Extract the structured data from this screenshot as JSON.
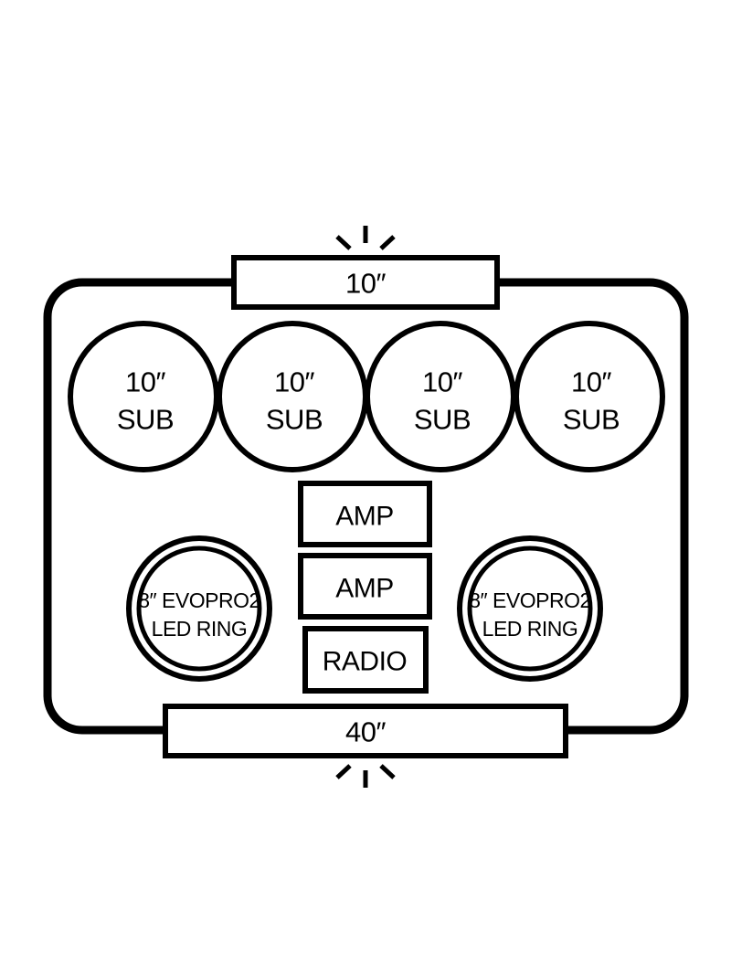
{
  "colors": {
    "stroke": "#000000",
    "fill": "#ffffff"
  },
  "top_bar": {
    "label": "10″"
  },
  "bottom_bar": {
    "label": "40″"
  },
  "subs": [
    {
      "line1": "10″",
      "line2": "SUB"
    },
    {
      "line1": "10″",
      "line2": "SUB"
    },
    {
      "line1": "10″",
      "line2": "SUB"
    },
    {
      "line1": "10″",
      "line2": "SUB"
    }
  ],
  "amps": [
    {
      "label": "AMP"
    },
    {
      "label": "AMP"
    }
  ],
  "radio": {
    "label": "RADIO"
  },
  "led_rings": [
    {
      "line1": "8″ EVOPRO2",
      "line2": "LED RING"
    },
    {
      "line1": "8″ EVOPRO2",
      "line2": "LED RING"
    }
  ],
  "icons": {
    "top": "light-burst-icon",
    "bottom": "light-burst-icon"
  }
}
